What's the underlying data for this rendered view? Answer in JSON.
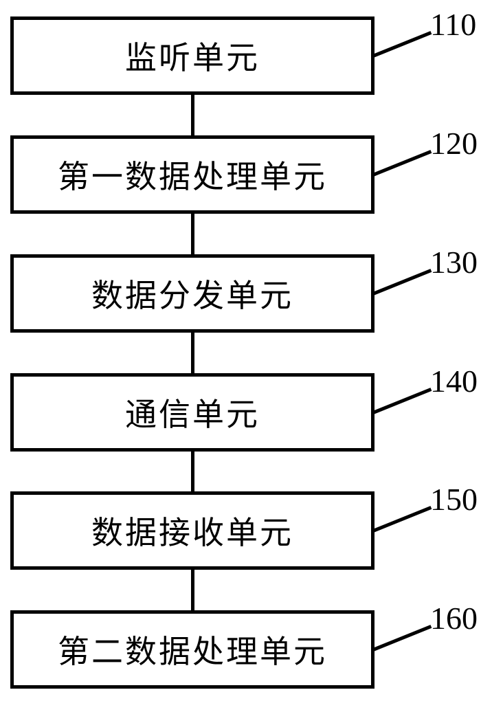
{
  "figure": {
    "type": "block-diagram",
    "background_color": "#ffffff",
    "line_color": "#000000",
    "units": [
      {
        "label": "监听单元",
        "ref": "110"
      },
      {
        "label": "第一数据处理单元",
        "ref": "120"
      },
      {
        "label": "数据分发单元",
        "ref": "130"
      },
      {
        "label": "通信单元",
        "ref": "140"
      },
      {
        "label": "数据接收单元",
        "ref": "150"
      },
      {
        "label": "第二数据处理单元",
        "ref": "160"
      }
    ],
    "connections": [
      {
        "from": "110",
        "to": "120"
      },
      {
        "from": "120",
        "to": "130"
      },
      {
        "from": "130",
        "to": "140"
      },
      {
        "from": "140",
        "to": "150"
      },
      {
        "from": "150",
        "to": "160"
      }
    ]
  }
}
